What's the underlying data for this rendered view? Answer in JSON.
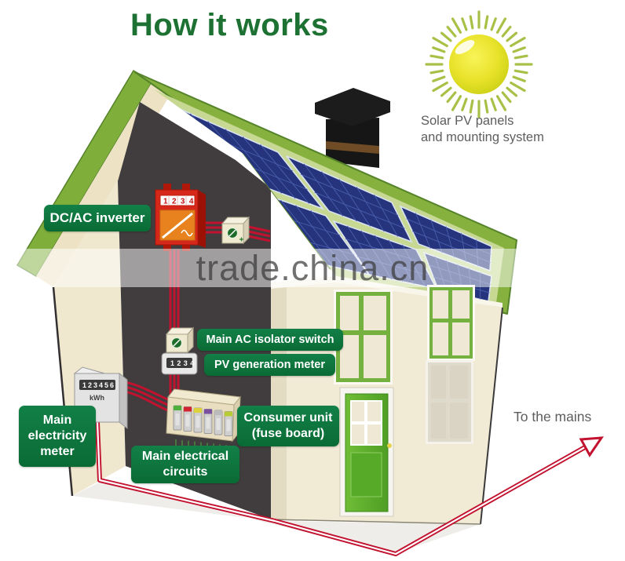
{
  "title": "How it works",
  "watermark": "trade.china.cn",
  "sun": {
    "caption_line1": "Solar PV panels",
    "caption_line2": "and mounting system"
  },
  "labels": {
    "inverter": "DC/AC inverter",
    "isolator": "Main AC isolator switch",
    "pv_meter": "PV generation meter",
    "consumer_line1": "Consumer unit",
    "consumer_line2": "(fuse board)",
    "circuits_line1": "Main electrical",
    "circuits_line2": "circuits",
    "meter_line1": "Main",
    "meter_line2": "electricity",
    "meter_line3": "meter",
    "mains": "To the mains"
  },
  "devices": {
    "inverter_display": "1234",
    "pv_meter_display": "1234",
    "main_meter_display": "123456",
    "main_meter_unit": "kWh"
  },
  "icons": {
    "inverter_wave": "sine-wave",
    "isolator_knob": "rotary-switch",
    "mains_arrow": "arrow-up-right"
  },
  "colors": {
    "title_green": "#1d7233",
    "label_green": "#0d7a3c",
    "wire_red": "#c2122f",
    "roof_green": "#86b13f",
    "panel_blue": "#25347c",
    "house_cream": "#f1ead5",
    "gable_dark": "#413d3e",
    "sun_yellow": "#e8e32c"
  }
}
